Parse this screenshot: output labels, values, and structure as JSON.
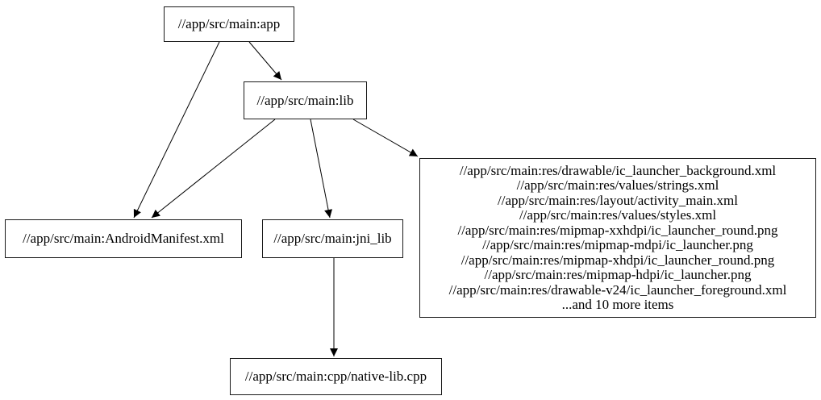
{
  "diagram": {
    "type": "directed-dependency-graph",
    "background_color": "#ffffff",
    "node_fill_color": "#ffffff",
    "node_border_color": "#000000",
    "edge_color": "#000000",
    "text_color": "#000000",
    "nodes": {
      "app": {
        "label": "//app/src/main:app"
      },
      "lib": {
        "label": "//app/src/main:lib"
      },
      "android_manifest": {
        "label": "//app/src/main:AndroidManifest.xml"
      },
      "jni_lib": {
        "label": "//app/src/main:jni_lib"
      },
      "res_group": {
        "lines": [
          "//app/src/main:res/drawable/ic_launcher_background.xml",
          "//app/src/main:res/values/strings.xml",
          "//app/src/main:res/layout/activity_main.xml",
          "//app/src/main:res/values/styles.xml",
          "//app/src/main:res/mipmap-xxhdpi/ic_launcher_round.png",
          "//app/src/main:res/mipmap-mdpi/ic_launcher.png",
          "//app/src/main:res/mipmap-xhdpi/ic_launcher_round.png",
          "//app/src/main:res/mipmap-hdpi/ic_launcher.png",
          "//app/src/main:res/drawable-v24/ic_launcher_foreground.xml",
          "...and 10 more items"
        ]
      },
      "native_lib": {
        "label": "//app/src/main:cpp/native-lib.cpp"
      }
    },
    "edges": [
      {
        "from": "app",
        "to": "android_manifest"
      },
      {
        "from": "app",
        "to": "lib"
      },
      {
        "from": "lib",
        "to": "android_manifest"
      },
      {
        "from": "lib",
        "to": "jni_lib"
      },
      {
        "from": "lib",
        "to": "res_group"
      },
      {
        "from": "jni_lib",
        "to": "native_lib"
      }
    ]
  }
}
